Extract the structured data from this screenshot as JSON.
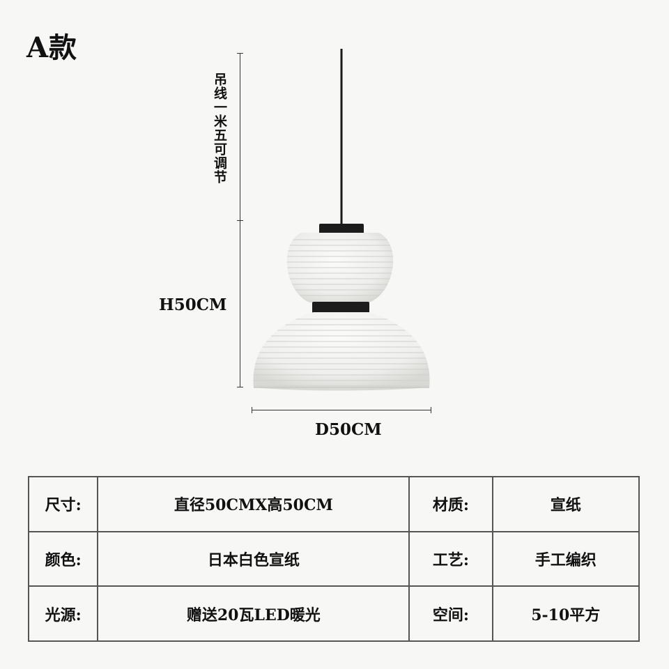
{
  "header": {
    "title": "A款"
  },
  "dimensions": {
    "cord_label": "吊线一米五可调节",
    "height_label": "H50CM",
    "diameter_label": "D50CM"
  },
  "specs": [
    {
      "label": "尺寸:",
      "value": "直径50CMX高50CM",
      "label2": "材质:",
      "value2": "宣纸"
    },
    {
      "label": "颜色:",
      "value": "日本白色宣纸",
      "label2": "工艺:",
      "value2": "手工编织"
    },
    {
      "label": "光源:",
      "value": "赠送20瓦LED暖光",
      "label2": "空间:",
      "value2": "5-10平方"
    }
  ],
  "colors": {
    "background": "#f7f7f5",
    "paper": "#f1f1ef",
    "trim": "#1c1c1c"
  }
}
